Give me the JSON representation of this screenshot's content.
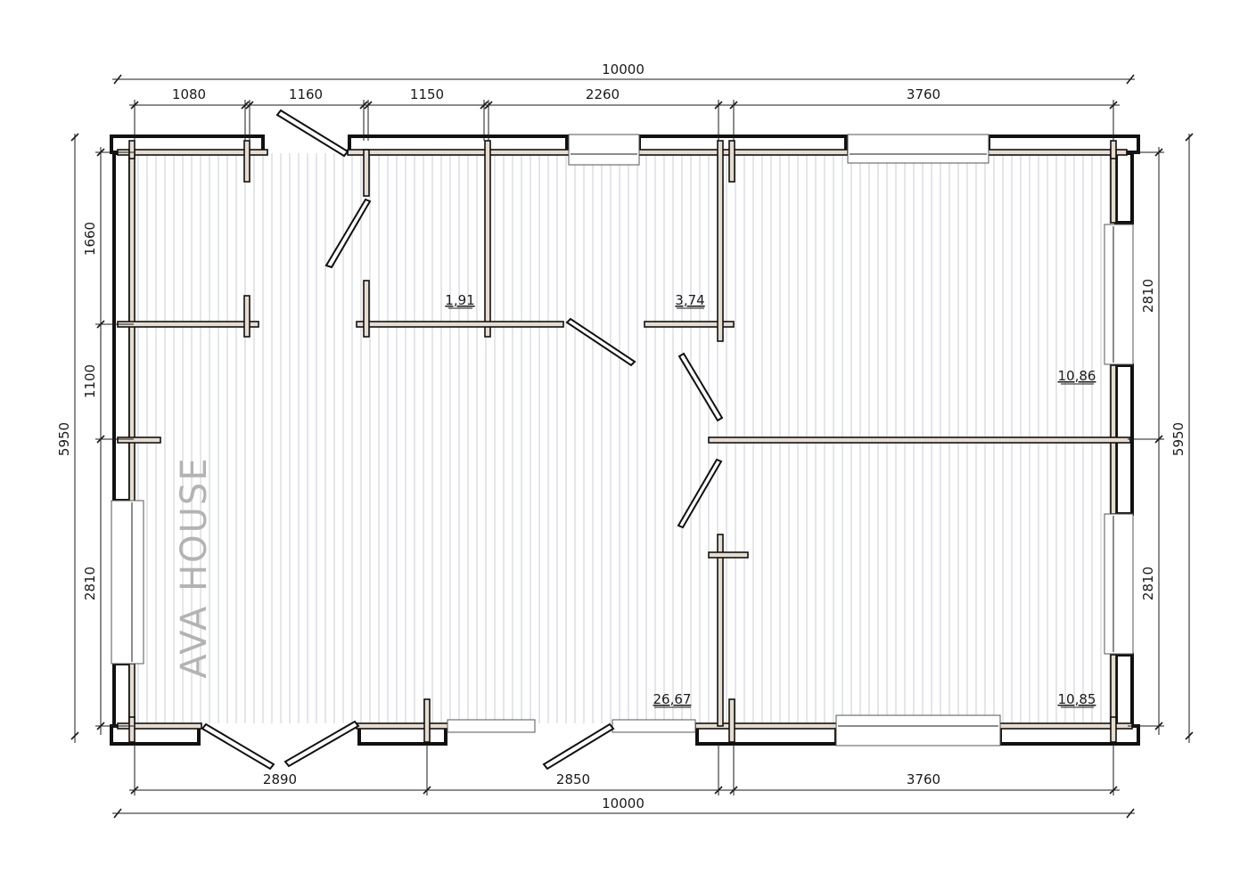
{
  "watermark": "AVA HOUSE",
  "dimensions": {
    "top_total": "10000",
    "top_segments": [
      "1080",
      "1160",
      "1150",
      "2260",
      "3760"
    ],
    "bottom_total": "10000",
    "bottom_segments": [
      "2890",
      "2850",
      "3760"
    ],
    "left_total": "5950",
    "left_segments": [
      "1660",
      "1100",
      "2810"
    ],
    "right_total": "5950",
    "right_segments": [
      "2810",
      "2810"
    ]
  },
  "room_areas": [
    "1,91",
    "3,74",
    "10,86",
    "26,67",
    "10,85"
  ],
  "colors": {
    "wall_fill": "#e6ddd0",
    "outline": "#111111",
    "watermark": "#b3b3b3",
    "floor_lines": "#c8ccd4"
  }
}
